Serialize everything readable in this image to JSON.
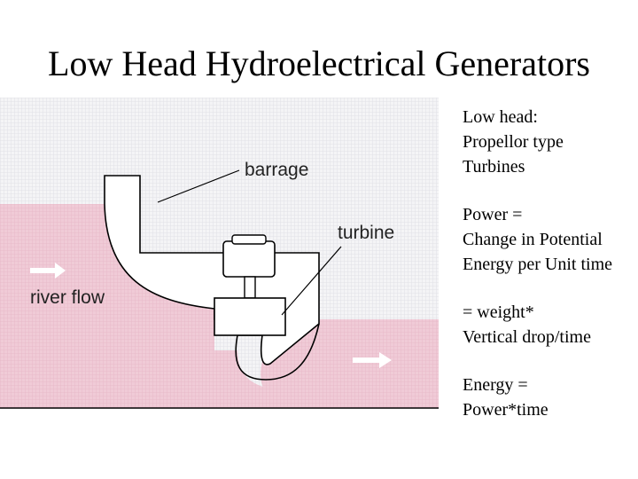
{
  "title": "Low Head Hydroelectrical Generators",
  "diagram": {
    "labels": {
      "barrage": "barrage",
      "turbine": "turbine",
      "river_flow": "river flow"
    },
    "colors": {
      "water": "#f2d2dc",
      "background_hatch": "#ececee",
      "outline": "#000000"
    }
  },
  "notes": [
    {
      "lines": [
        "Low head:",
        "Propellor type",
        "Turbines"
      ]
    },
    {
      "lines": [
        "Power =",
        "Change in Potential",
        "Energy per Unit time"
      ]
    },
    {
      "lines": [
        "= weight*",
        "Vertical drop/time"
      ]
    },
    {
      "lines": [
        "Energy =",
        "Power*time"
      ]
    }
  ]
}
